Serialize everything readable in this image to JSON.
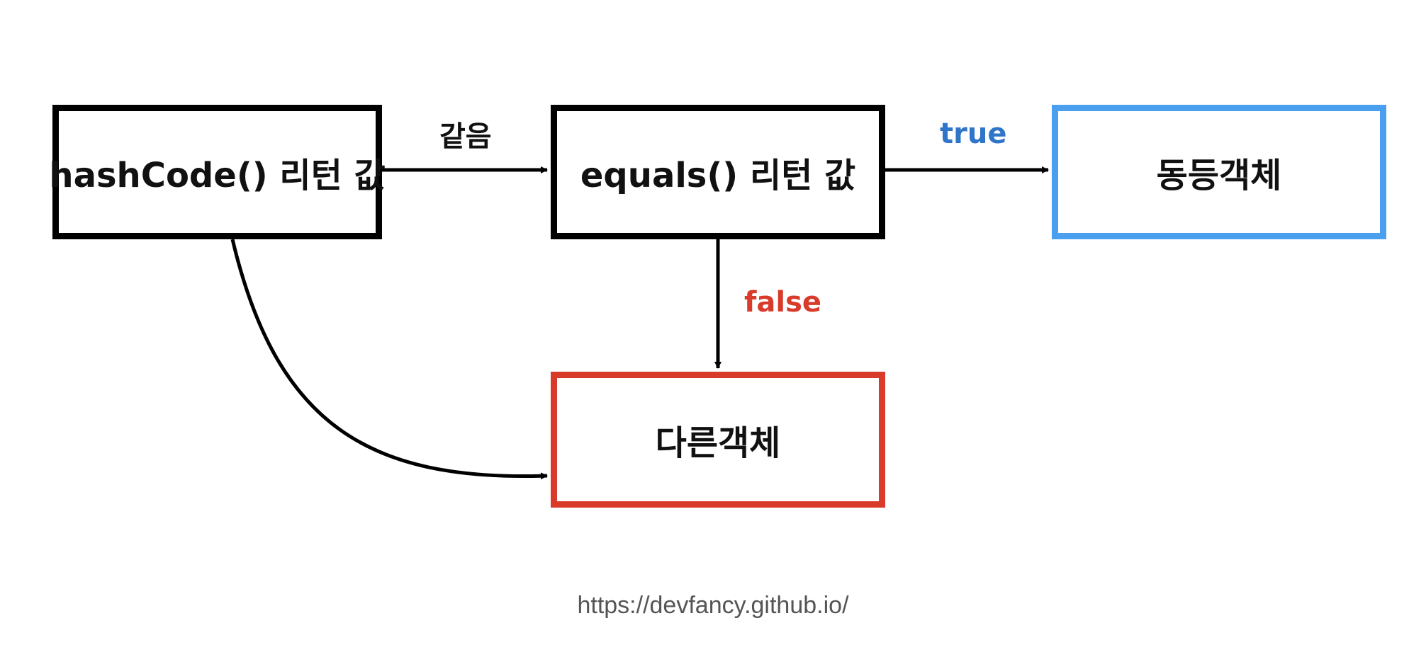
{
  "nodes": {
    "hashcode": {
      "label": "hashCode() 리턴 값"
    },
    "equals": {
      "label": "equals() 리턴 값"
    },
    "equal_object": {
      "label": "동등객체",
      "color": "#4A9FEF"
    },
    "different_object": {
      "label": "다른객체",
      "color": "#D93B2B"
    }
  },
  "edges": {
    "same": {
      "label": "같음"
    },
    "true": {
      "label": "true",
      "color": "#2F76C8"
    },
    "false": {
      "label": "false",
      "color": "#D93B2B"
    }
  },
  "footer": {
    "url": "https://devfancy.github.io/"
  }
}
